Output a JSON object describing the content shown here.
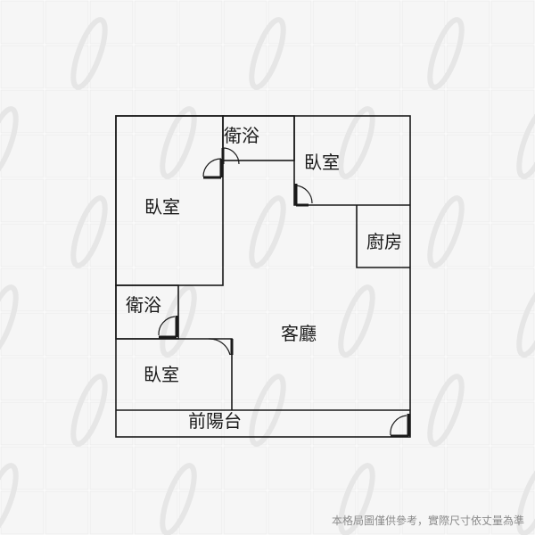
{
  "rooms": {
    "bathroom_top": "衛浴",
    "bedroom_right": "臥室",
    "bedroom_left": "臥室",
    "kitchen": "廚房",
    "bathroom_left": "衛浴",
    "living_room": "客廳",
    "bedroom_bottom": "臥室",
    "front_balcony": "前陽台"
  },
  "disclaimer": "本格局圖僅供參考，實際尺寸依丈量為準",
  "colors": {
    "wall": "#1a1a1a",
    "background": "#ffffff",
    "grid": "#efefef",
    "watermark": "#e8e8e8"
  }
}
